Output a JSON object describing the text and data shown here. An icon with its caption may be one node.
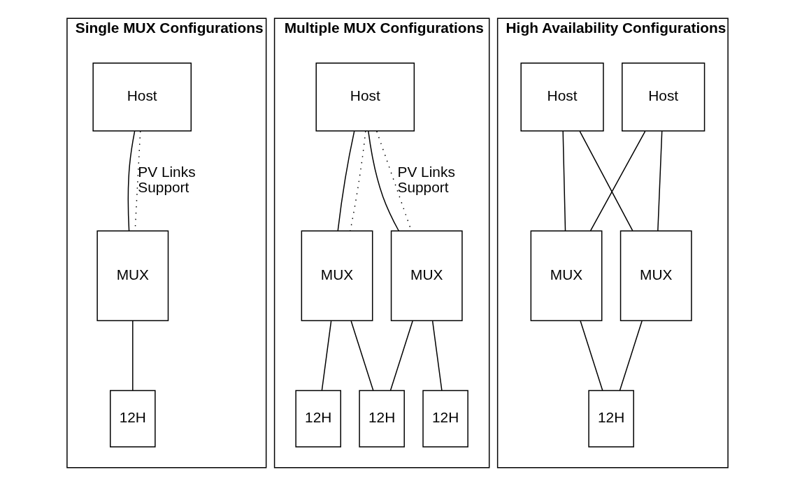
{
  "diagram": {
    "nodes": [
      {
        "text": [
          "Single MUX Configurations"
        ]
      },
      {
        "text": [
          "Host"
        ],
        "in": 0
      },
      {
        "text": [
          "MUX"
        ],
        "in": 0
      },
      {
        "text": [
          "12H"
        ],
        "in": 0
      },
      {
        "text": [
          "Multiple MUX Configurations"
        ]
      },
      {
        "text": [
          "Host"
        ],
        "in": 4
      },
      {
        "text": [
          "MUX"
        ],
        "in": 4
      },
      {
        "text": [
          "MUX"
        ],
        "in": 4
      },
      {
        "text": [
          "12H"
        ],
        "in": 4
      },
      {
        "text": [
          "12H"
        ],
        "in": 4
      },
      {
        "text": [
          "12H"
        ],
        "in": 4
      },
      {
        "text": [
          "High Availability Configurations"
        ]
      },
      {
        "text": [
          "Host"
        ],
        "in": 11
      },
      {
        "text": [
          "Host"
        ],
        "in": 11
      },
      {
        "text": [
          "MUX"
        ],
        "in": 11
      },
      {
        "text": [
          "MUX"
        ],
        "in": 11
      },
      {
        "text": [
          "12H"
        ],
        "in": 11
      }
    ],
    "edges": [
      {
        "from": 1,
        "to": 2,
        "arrow": "none"
      },
      {
        "from": 1,
        "to": 2,
        "arrow": "none",
        "style": "dashed",
        "label": "PV Links Support"
      },
      {
        "from": 2,
        "to": 3,
        "arrow": "none"
      },
      {
        "from": 5,
        "to": 6,
        "arrow": "none"
      },
      {
        "from": 5,
        "to": 6,
        "arrow": "none",
        "style": "dashed"
      },
      {
        "from": 5,
        "to": 7,
        "arrow": "none"
      },
      {
        "from": 5,
        "to": 7,
        "arrow": "none",
        "style": "dashed",
        "label": "PV Links Support"
      },
      {
        "from": 6,
        "to": 8,
        "arrow": "none"
      },
      {
        "from": 6,
        "to": 9,
        "arrow": "none"
      },
      {
        "from": 7,
        "to": 9,
        "arrow": "none"
      },
      {
        "from": 7,
        "to": 10,
        "arrow": "none"
      },
      {
        "from": 12,
        "to": 14,
        "arrow": "none"
      },
      {
        "from": 12,
        "to": 15,
        "arrow": "none"
      },
      {
        "from": 13,
        "to": 14,
        "arrow": "none"
      },
      {
        "from": 13,
        "to": 15,
        "arrow": "none"
      },
      {
        "from": 14,
        "to": 16,
        "arrow": "none"
      },
      {
        "from": 15,
        "to": 16,
        "arrow": "none"
      }
    ]
  }
}
